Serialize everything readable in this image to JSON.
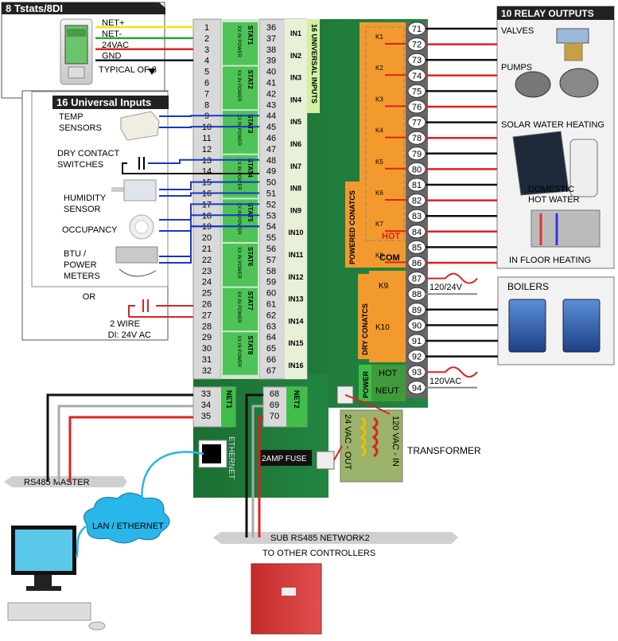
{
  "tstat": {
    "title": "8 Tstats/8DI",
    "wires": [
      "NET+",
      "NET-",
      "24VAC",
      "GND"
    ],
    "typical": "TYPICAL OF 8"
  },
  "universal": {
    "title": "16 Universal Inputs",
    "labels": [
      "TEMP",
      "SENSORS",
      "DRY CONTACT",
      "SWITCHES",
      "HUMIDITY",
      "SENSOR",
      "OCCUPANCY",
      "BTU /",
      "POWER",
      "METERS"
    ],
    "or": "OR",
    "two_wire": [
      "2  WIRE",
      "DI: 24V AC"
    ]
  },
  "board": {
    "left_terms": [
      "1",
      "2",
      "3",
      "4",
      "5",
      "6",
      "7",
      "8",
      "9",
      "10",
      "11",
      "12",
      "13",
      "14",
      "15",
      "16",
      "17",
      "18",
      "19",
      "20",
      "21",
      "22",
      "23",
      "24",
      "25",
      "26",
      "27",
      "28",
      "29",
      "30",
      "31",
      "32"
    ],
    "mid_terms": [
      "36",
      "37",
      "38",
      "39",
      "40",
      "41",
      "42",
      "43",
      "44",
      "45",
      "46",
      "47",
      "48",
      "49",
      "50",
      "51",
      "52",
      "53",
      "54",
      "55",
      "56",
      "57",
      "58",
      "59",
      "60",
      "61",
      "62",
      "63",
      "64",
      "65",
      "66",
      "67"
    ],
    "in_labels": [
      "IN1",
      "IN2",
      "IN3",
      "IN4",
      "IN5",
      "IN6",
      "IN7",
      "IN8",
      "IN9",
      "IN10",
      "IN11",
      "IN12",
      "IN13",
      "IN14",
      "IN15",
      "IN16"
    ],
    "in_title": "16 UNIVERSAL INPUTS",
    "stat_labels": [
      "STAT1",
      "STAT2",
      "STAT3",
      "STAT4",
      "STAT5",
      "STAT6",
      "STAT7",
      "STAT8"
    ],
    "stat_sub": [
      "XX",
      "IN",
      "POWER"
    ],
    "net1_terms": [
      "33",
      "34",
      "35"
    ],
    "net1_label": "NET1",
    "net2_terms": [
      "68",
      "69",
      "70"
    ],
    "net2_label": "NET2",
    "ethernet": "ETHERNET",
    "fuse": "2AMP FUSE"
  },
  "relays": {
    "title": "10 RELAY OUTPUTS",
    "terms": [
      "71",
      "72",
      "73",
      "74",
      "75",
      "76",
      "77",
      "78",
      "79",
      "80",
      "81",
      "82",
      "83",
      "84",
      "85",
      "86",
      "87",
      "88",
      "89",
      "90",
      "91",
      "92",
      "93",
      "94"
    ],
    "k_labels": [
      "K1",
      "K2",
      "K3",
      "K4",
      "K5",
      "K6",
      "K7",
      "K8"
    ],
    "powered": "POWERED CONATCS",
    "hot": "HOT",
    "com": "COM",
    "dry": "DRY CONATCS",
    "k_dry": [
      "K9",
      "K10"
    ],
    "power": "POWER",
    "hot2": "HOT",
    "neut": "NEUT",
    "v120_24": "120/24V",
    "v120": "120VAC",
    "devices": [
      "VALVES",
      "PUMPS",
      "SOLAR WATER HEATING",
      "DOMESTIC",
      "HOT WATER",
      "IN FLOOR HEATING"
    ],
    "boilers": "BOILERS"
  },
  "bottom": {
    "rs485": "RS485 MASTER",
    "lan": "LAN / ETHERNET",
    "transformer": "TRANSFORMER",
    "t_in": "120 VAC - IN",
    "t_out": "24 VAC - OUT",
    "sub": "SUB RS485 NETWORK2",
    "other": "TO OTHER CONTROLLERS"
  },
  "colors": {
    "board": "#1e7a3a",
    "orange": "#f29a2e",
    "wire_red": "#e02020",
    "wire_blue": "#1a35c8",
    "wire_yellow": "#f5e400",
    "wire_green": "#22a83a"
  }
}
